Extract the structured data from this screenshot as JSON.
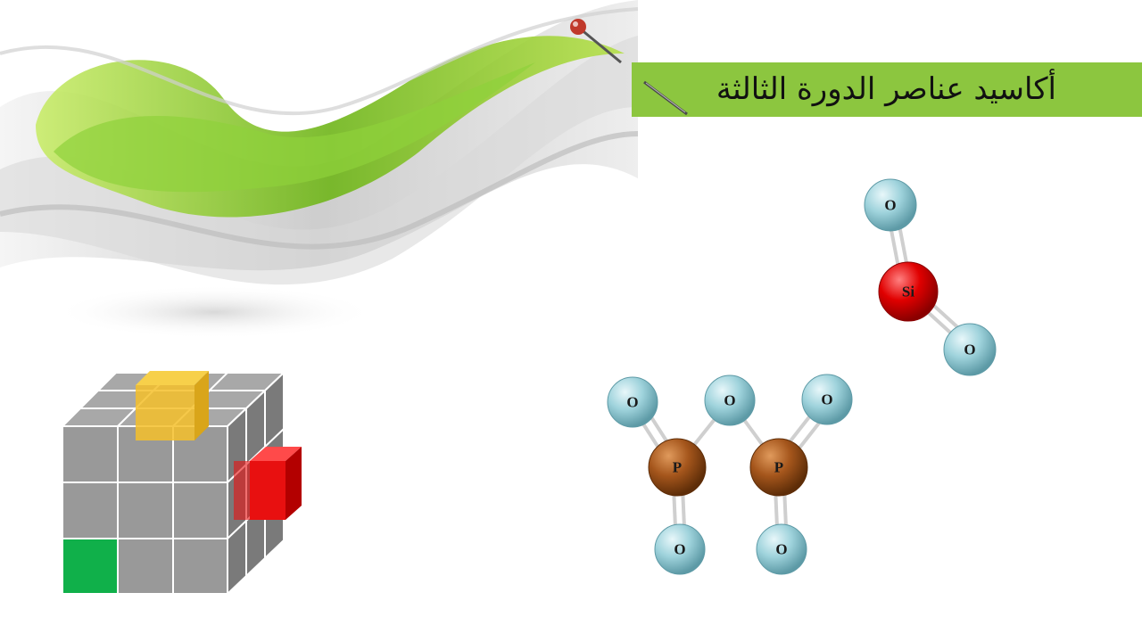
{
  "slide": {
    "title": "أكاسيد عناصر الدورة الثالثة"
  },
  "colors": {
    "title_bar": "#8cc63f",
    "oxygen": "#9fd3dc",
    "silicon": "#e00000",
    "phosphorus": "#a5561c",
    "cube_yellow": "#f5c02a",
    "cube_red": "#e81010",
    "cube_green": "#10b04a"
  },
  "molecules": {
    "sio2": {
      "atoms": [
        {
          "symbol": "O"
        },
        {
          "symbol": "Si"
        },
        {
          "symbol": "O"
        }
      ]
    },
    "p2o5": {
      "atoms": [
        {
          "symbol": "O"
        },
        {
          "symbol": "O"
        },
        {
          "symbol": "O"
        },
        {
          "symbol": "P"
        },
        {
          "symbol": "P"
        },
        {
          "symbol": "O"
        },
        {
          "symbol": "O"
        }
      ]
    }
  },
  "icons": [
    "pin-icon",
    "needle-icon",
    "wave-decoration",
    "cube-decoration"
  ]
}
